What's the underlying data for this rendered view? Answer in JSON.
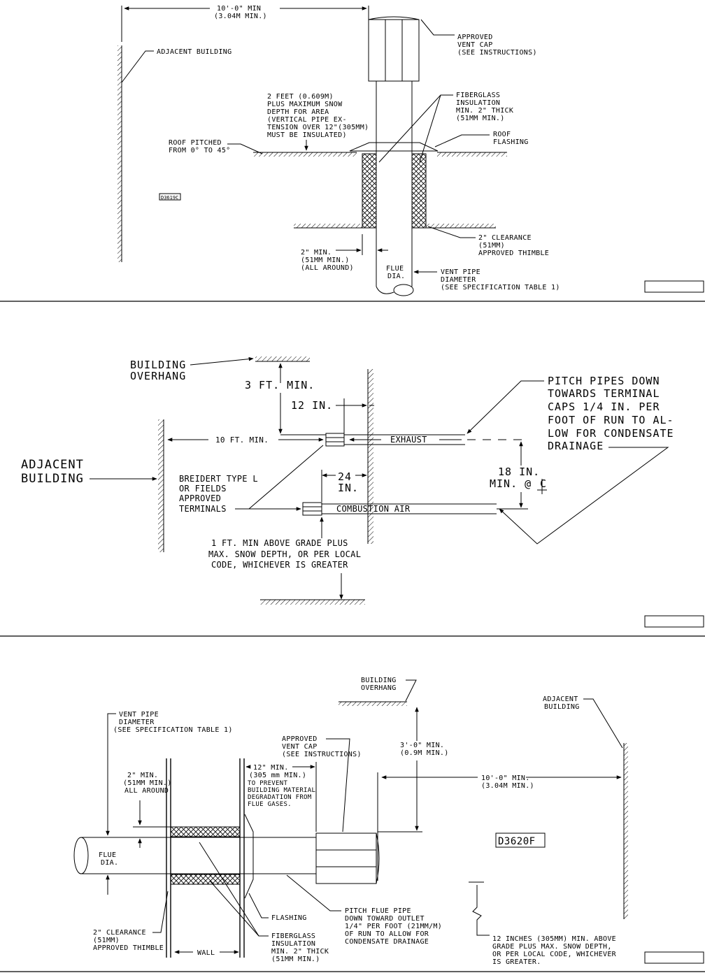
{
  "panel1": {
    "dist_top": [
      "10'-0\" MIN",
      "(3.04M MIN.)"
    ],
    "adjacent_building": "ADJACENT BUILDING",
    "vent_cap": [
      "APPROVED",
      "VENT CAP",
      "(SEE INSTRUCTIONS)"
    ],
    "snow_note": [
      "2 FEET (0.609M)",
      "PLUS MAXIMUM SNOW",
      "DEPTH FOR AREA",
      "(VERTICAL PIPE EX-",
      "TENSION OVER 12\"(305MM)",
      "MUST BE INSULATED)"
    ],
    "fiberglass": [
      "FIBERGLASS",
      "INSULATION",
      "MIN. 2\" THICK",
      "(51MM MIN.)"
    ],
    "roof_flashing": [
      "ROOF",
      "FLASHING"
    ],
    "roof_pitched": [
      "ROOF PITCHED",
      "FROM 0° TO 45°"
    ],
    "drawing_id": "D3619C",
    "clearance": [
      "2\" CLEARANCE",
      "(51MM)",
      "APPROVED THIMBLE"
    ],
    "min_around": [
      "2\" MIN.",
      "(51MM MIN.)",
      "(ALL AROUND)"
    ],
    "flue_dia": [
      "FLUE",
      "DIA."
    ],
    "vent_pipe": [
      "VENT PIPE",
      "DIAMETER",
      "(SEE SPECIFICATION TABLE 1)"
    ]
  },
  "panel2": {
    "overhang": [
      "BUILDING",
      "OVERHANG"
    ],
    "three_ft": "3 FT. MIN.",
    "twelve_in": "12 IN.",
    "pitch_note": [
      "PITCH PIPES DOWN",
      "TOWARDS TERMINAL",
      "CAPS 1/4 IN. PER",
      "FOOT OF RUN TO AL-",
      "LOW FOR CONDENSATE",
      "DRAINAGE"
    ],
    "ten_ft": "10 FT. MIN.",
    "exhaust": "EXHAUST",
    "adjacent": [
      "ADJACENT",
      "BUILDING"
    ],
    "breidert": [
      "BREIDERT TYPE L",
      "OR FIELDS",
      "APPROVED",
      "TERMINALS"
    ],
    "twenty_four": [
      "24",
      "IN."
    ],
    "eighteen": [
      "18 IN.",
      "MIN. @ "
    ],
    "centerline_symbol": "C",
    "combustion_air": "COMBUSTION AIR",
    "grade_note": [
      "1 FT. MIN ABOVE GRADE PLUS",
      "MAX. SNOW DEPTH, OR PER LOCAL",
      "CODE, WHICHEVER IS GREATER"
    ]
  },
  "panel3": {
    "overhang": [
      "BUILDING",
      "OVERHANG"
    ],
    "adjacent": [
      "ADJACENT",
      "BUILDING"
    ],
    "vent_pipe": [
      "VENT PIPE",
      "DIAMETER",
      "(SEE SPECIFICATION TABLE 1)"
    ],
    "vent_cap": [
      "APPROVED",
      "VENT CAP",
      "(SEE INSTRUCTIONS)"
    ],
    "three_ft": [
      "3'-0\" MIN.",
      "(0.9M MIN.)"
    ],
    "min_around": [
      "2\" MIN.",
      "(51MM MIN.)",
      "ALL AROUND"
    ],
    "twelve_min": [
      "12\" MIN.",
      "(305 mm MIN.)",
      "TO PREVENT",
      "BUILDING MATERIAL",
      "DEGRADATION FROM",
      "FLUE GASES."
    ],
    "ten_ft": [
      "10'-0\" MIN.",
      "(3.04M MIN.)"
    ],
    "drawing_id": "D3620F",
    "flue_dia": [
      "FLUE",
      "DIA."
    ],
    "flashing": "FLASHING",
    "pitch_flue": [
      "PITCH FLUE PIPE",
      "DOWN TOWARD OUTLET",
      "1/4\" PER FOOT (21MM/M)",
      "OF RUN TO ALLOW FOR",
      "CONDENSATE DRAINAGE"
    ],
    "clearance": [
      "2\" CLEARANCE",
      "(51MM)",
      "APPROVED THIMBLE"
    ],
    "wall": "WALL",
    "fiberglass": [
      "FIBERGLASS",
      "INSULATION",
      "MIN. 2\" THICK",
      "(51MM MIN.)"
    ],
    "twelve_inches": [
      "12 INCHES (305MM) MIN. ABOVE",
      "GRADE PLUS MAX. SNOW DEPTH,",
      "OR PER LOCAL CODE, WHICHEVER",
      "IS GREATER."
    ]
  }
}
